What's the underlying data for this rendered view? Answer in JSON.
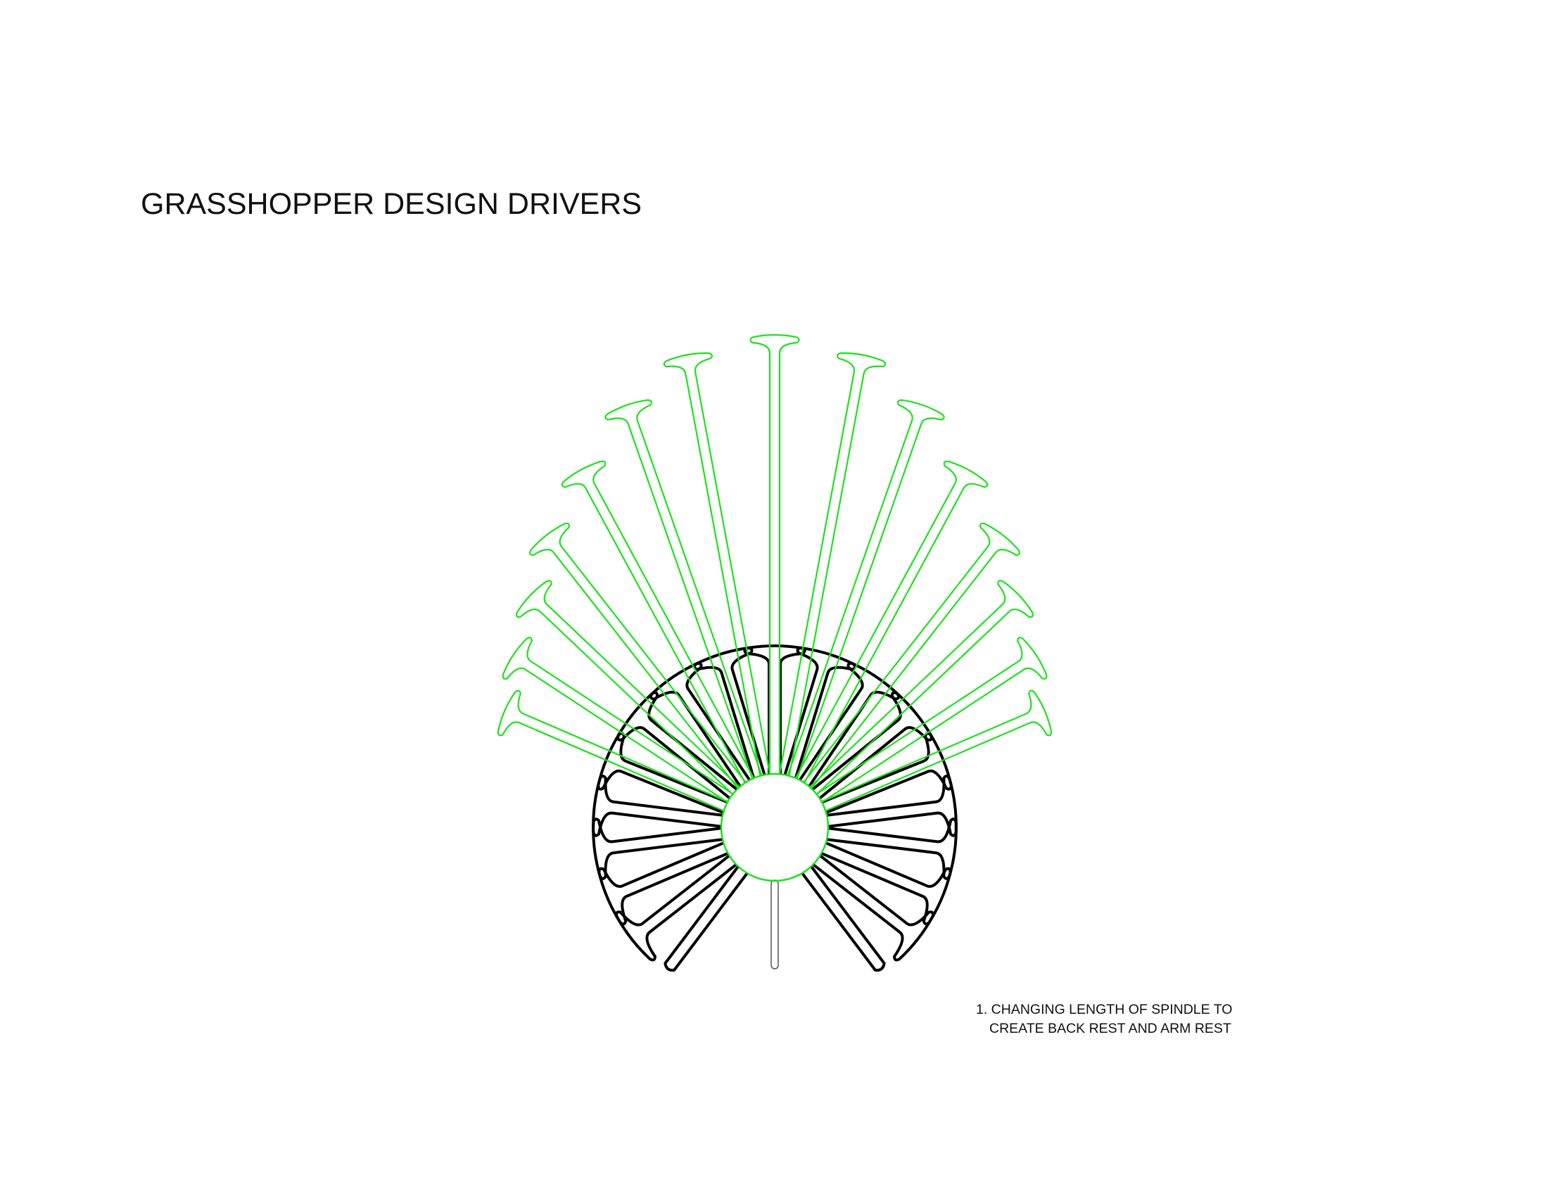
{
  "title": "GRASSHOPPER DESIGN DRIVERS",
  "caption": {
    "line1": "1. CHANGING LENGTH OF SPINDLE TO",
    "line2": "CREATE BACK REST AND ARM REST"
  },
  "colors": {
    "base_spindles": "#000000",
    "extended_spindles": "#1ee01e"
  }
}
